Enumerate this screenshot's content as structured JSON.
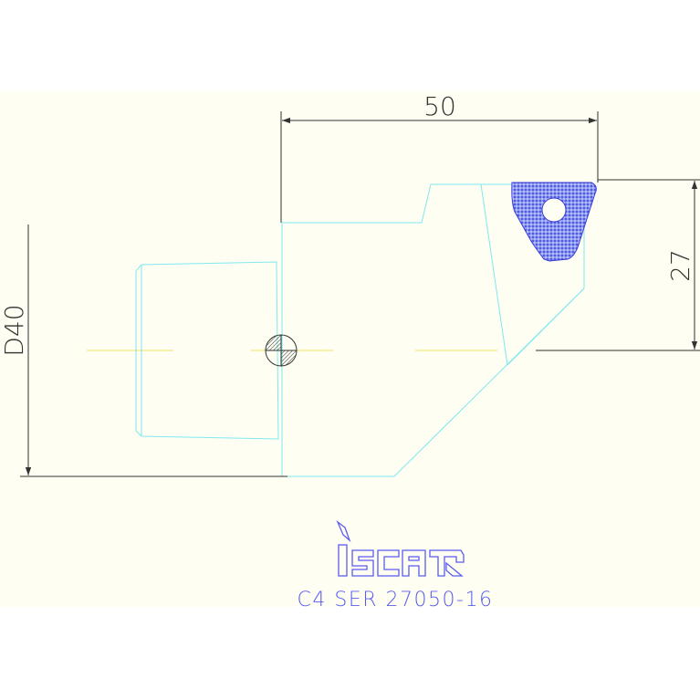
{
  "dimensions": {
    "width_label": "50",
    "height_label": "27",
    "diameter_label": "D40"
  },
  "brand": {
    "name": "iscar",
    "logo_icon": "iscar-logo-icon"
  },
  "product_code": "C4 SER 27050-16",
  "colors": {
    "sheet_background": "#fefef3",
    "outline": "#80e8f0",
    "dimension_line": "#333333",
    "centerline": "#f0e060",
    "insert_fill": "#4a5ce8",
    "caption": "#5a5cf0"
  }
}
